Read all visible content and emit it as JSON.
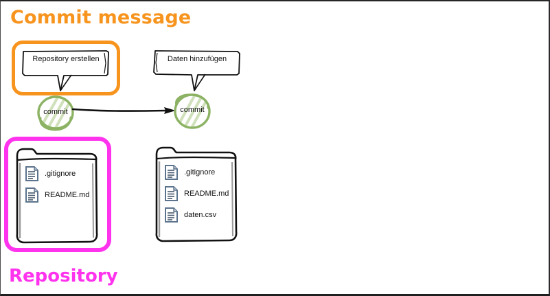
{
  "slide": {
    "title": "Commit message",
    "title_color": "#f7941e",
    "repository_caption": "Repository",
    "repository_caption_color": "#ff33ee",
    "background_color": "#ffffff"
  },
  "highlights": [
    {
      "name": "commit-message-highlight",
      "color": "#f7941e"
    },
    {
      "name": "repository-highlight",
      "color": "#ff33ee"
    }
  ],
  "bubbles": [
    {
      "label": "Repository erstellen"
    },
    {
      "label": "Daten hinzufügen"
    }
  ],
  "commits": [
    {
      "label": "commit",
      "color": "#8cb263"
    },
    {
      "label": "commit",
      "color": "#8cb263"
    }
  ],
  "arrow": {
    "name": "commit-arrow",
    "color": "#111111"
  },
  "folders": [
    {
      "name": "repository-folder-initial",
      "files": [
        {
          "icon": "document-icon",
          "name": ".gitignore"
        },
        {
          "icon": "document-icon",
          "name": "README.md"
        }
      ]
    },
    {
      "name": "repository-folder-updated",
      "files": [
        {
          "icon": "document-icon",
          "name": ".gitignore"
        },
        {
          "icon": "document-icon",
          "name": "README.md"
        },
        {
          "icon": "document-icon",
          "name": "daten.csv"
        }
      ]
    }
  ]
}
